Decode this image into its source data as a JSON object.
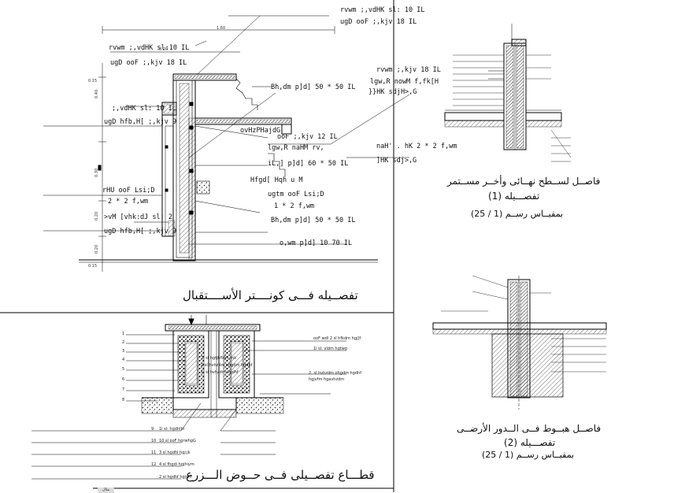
{
  "container_detail": {
    "title": "تفصــيله فـــى كونــــتر الأســــتقبال",
    "labels": [
      "rvwm ;,vdHK sl:  10  IL",
      "ugD ooF ;,kjv  18  IL",
      "rvwm ;,vdHK sl:10   IL",
      "ugD ooF ;,kjv  18  IL",
      "rvwm ;,kjv  18  IL",
      "lgw,R nowM f,fk[H",
      "}}HK sdjH>,G",
      "Bh,dm p]d]  50   *   50   IL",
      ";,vdHK sl:  10  IL",
      "ugD hfb,H[ ;,kjv  9",
      "ovHzPHajdG",
      "ooF ;,kjv  12  IL",
      "lgw,R naHM rv,",
      "naH'    . hK  2   *   2   f,wm",
      "]HK sdj>,G",
      "iL,] p]d]  60   *   50   IL",
      "Hfgd[  Hqh  u  M",
      "rHU  ooF  Lsi;D",
      "2    *   2   f,wm",
      "ugtm  ooF  Lsi;D",
      "1   *   2   f,wm",
      ">vM  [vhk:dJ  sl:  2",
      "ugD hfb,H[ ;,kjv  9",
      "Bh,dm p]d]   50   *   50   IL",
      "o,wm p]d]   10     70   IL"
    ],
    "dims": [
      "1.60",
      "0.20",
      "0.40",
      "0.30",
      "0.20",
      "0.20",
      "0.15",
      "0.15"
    ]
  },
  "planter_detail": {
    "title": "قطـــاع تفصــيلى فــى حــوض الـــزرع",
    "labels": [
      "ooF wdl  2  sl  hfkdm hgj]f",
      "1l  sl:  vldm hgtwg",
      "2.  sl  hvhzdm ohgdm hgdhf",
      "2l  sl  hgtjhfldm mk",
      "2  sl  hvhzdm ohgdm hgdhf",
      "1l  sl  hvhzdm hgdhf",
      "hgjvfm hgavhzdm",
      "1l  sl:  hgdhlhl",
      "10  sl  ooF hgrwhgG",
      "3  sl  hgdhl hgj;jk",
      "4  sl  fhgdi hgjhiym",
      "2  sl  hgdhf hgjvhf"
    ],
    "numbers": [
      "1",
      "2",
      "3",
      "4",
      "5",
      "6",
      "7",
      "8",
      "9",
      "10",
      "11",
      "12"
    ],
    "footer_tab": "مثال"
  },
  "roof_detail": {
    "title": "فاصــل لســطح نهــائى وأخــر مســتمر",
    "subtitle": "تفصـــيله (1)",
    "scale": "بمقيــاس رســم   (1 / 25)"
  },
  "ground_detail": {
    "title": "فاصــل هبــوط فــى الــدور الأرضــى",
    "subtitle": "تفصـــيله (2)",
    "scale": "بمقيــاس رســم   (1 / 25)"
  },
  "colors": {
    "line": "#000000",
    "hatch": "#333333",
    "background": "#ffffff"
  }
}
